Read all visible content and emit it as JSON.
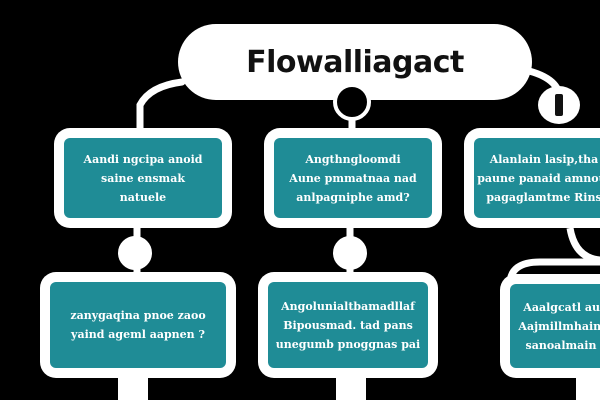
{
  "diagram": {
    "title": "Flowalliagact",
    "nodes": [
      {
        "id": "top-left",
        "lines": [
          "Aandi ngcipa anoid",
          "saine ensmak",
          "natuele"
        ]
      },
      {
        "id": "top-center",
        "lines": [
          "Angthngloomdi",
          "Aune pmmatnaa nad",
          "anlpagniphe amd?"
        ]
      },
      {
        "id": "top-right",
        "lines": [
          "Alanlain lasip,tha",
          "paune panaid amnoul",
          "pagaglamtme Rins"
        ]
      },
      {
        "id": "bottom-left",
        "lines": [
          "zanygaqina pnoe zaoo",
          "yaind ageml aapnen ?"
        ]
      },
      {
        "id": "bottom-center",
        "lines": [
          "Angolunialtbamadllaf",
          "Bipousmad. tad pans",
          "unegumb pnoggnas pai"
        ]
      },
      {
        "id": "bottom-right",
        "lines": [
          "Aaalgcatl auc",
          "Aajmillmhainsi",
          "sanoalmain l"
        ]
      }
    ],
    "colors": {
      "background": "#000000",
      "node_fill": "#1f8c96",
      "node_border": "#ffffff",
      "text": "#ffffff",
      "title_text": "#111111"
    },
    "icons": [
      "info-badge-icon"
    ]
  }
}
